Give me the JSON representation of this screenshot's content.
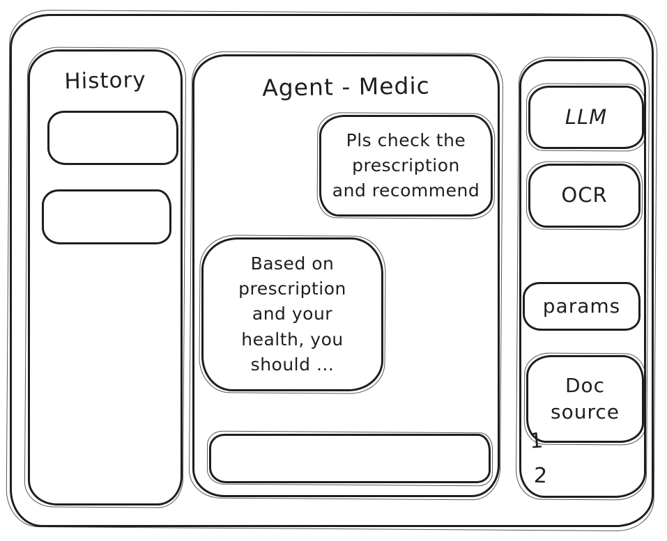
{
  "colors": {
    "ink": "#1e1e1e",
    "background": "#ffffff"
  },
  "history_sidebar": {
    "title": "History",
    "items": [
      {
        "label": ""
      },
      {
        "label": ""
      }
    ]
  },
  "chat": {
    "title": "Agent - Medic",
    "messages": [
      {
        "role": "user",
        "text": "Pls check the\nprescription\nand recommend"
      },
      {
        "role": "assistant",
        "text": "Based on\nprescription\nand your\nhealth, you\nshould ..."
      }
    ],
    "composer": {
      "value": ""
    }
  },
  "tools_sidebar": {
    "buttons": [
      {
        "label": "LLM"
      },
      {
        "label": "OCR"
      },
      {
        "label": "params"
      },
      {
        "label": "Doc source"
      }
    ],
    "doc_source_items": [
      "1",
      "2"
    ]
  }
}
